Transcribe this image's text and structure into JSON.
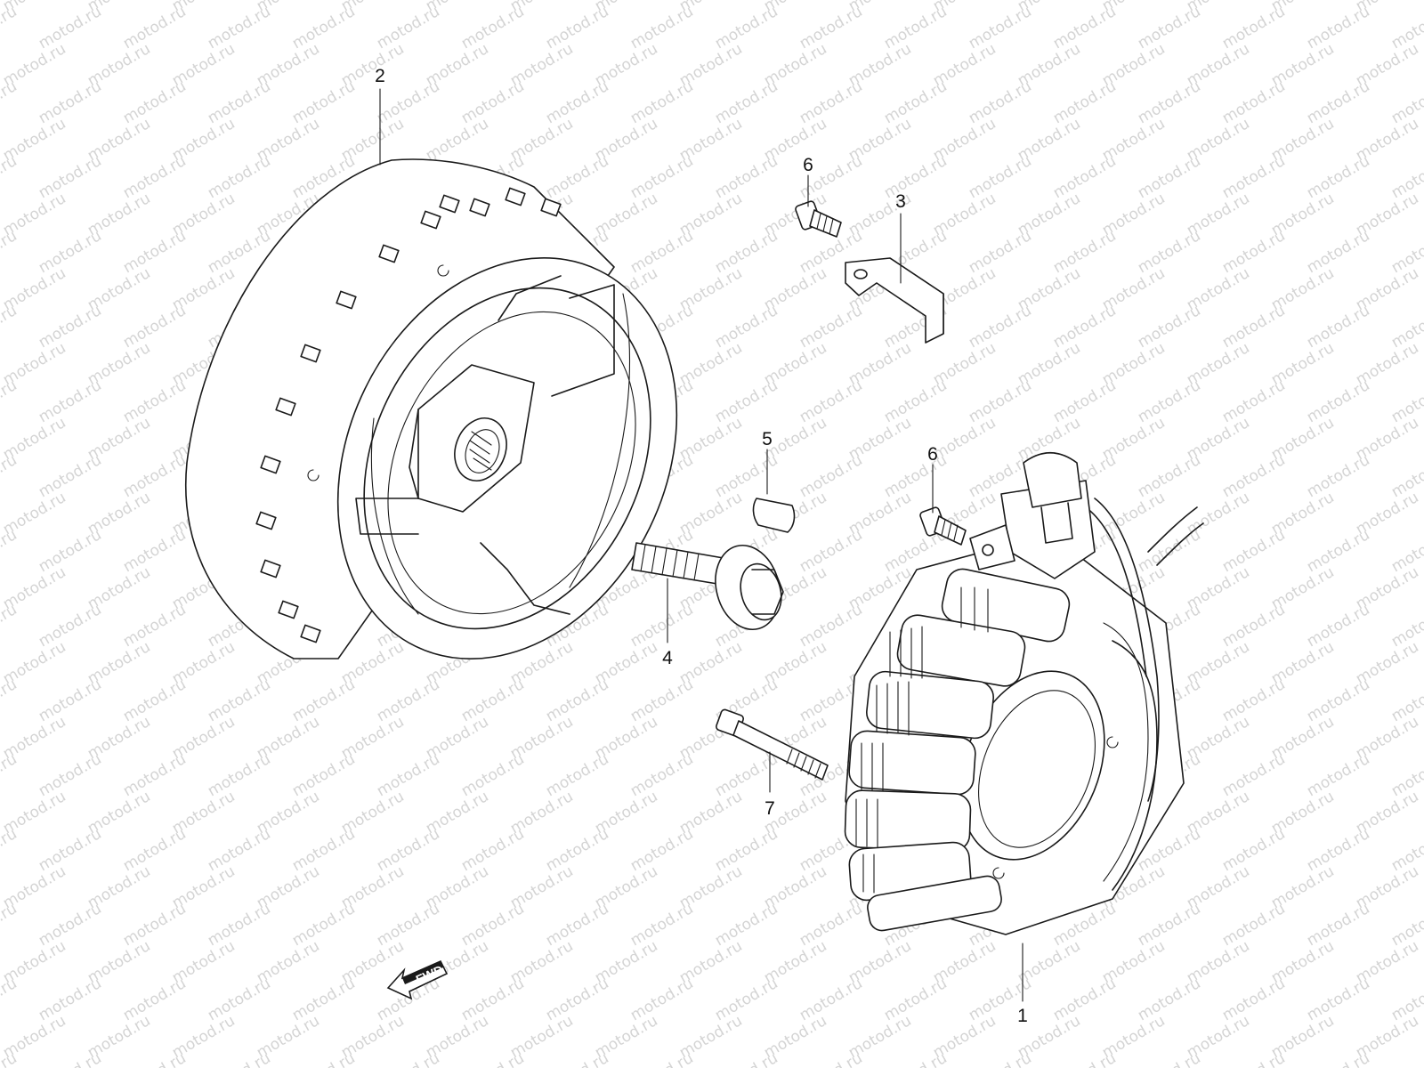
{
  "watermark": {
    "text": "motod.ru"
  },
  "callouts": [
    {
      "id": "1",
      "label": "1"
    },
    {
      "id": "2",
      "label": "2"
    },
    {
      "id": "3",
      "label": "3"
    },
    {
      "id": "4",
      "label": "4"
    },
    {
      "id": "5",
      "label": "5"
    },
    {
      "id": "6a",
      "label": "6"
    },
    {
      "id": "6b",
      "label": "6"
    },
    {
      "id": "7",
      "label": "7"
    }
  ],
  "direction_badge": {
    "label": "FWD"
  }
}
